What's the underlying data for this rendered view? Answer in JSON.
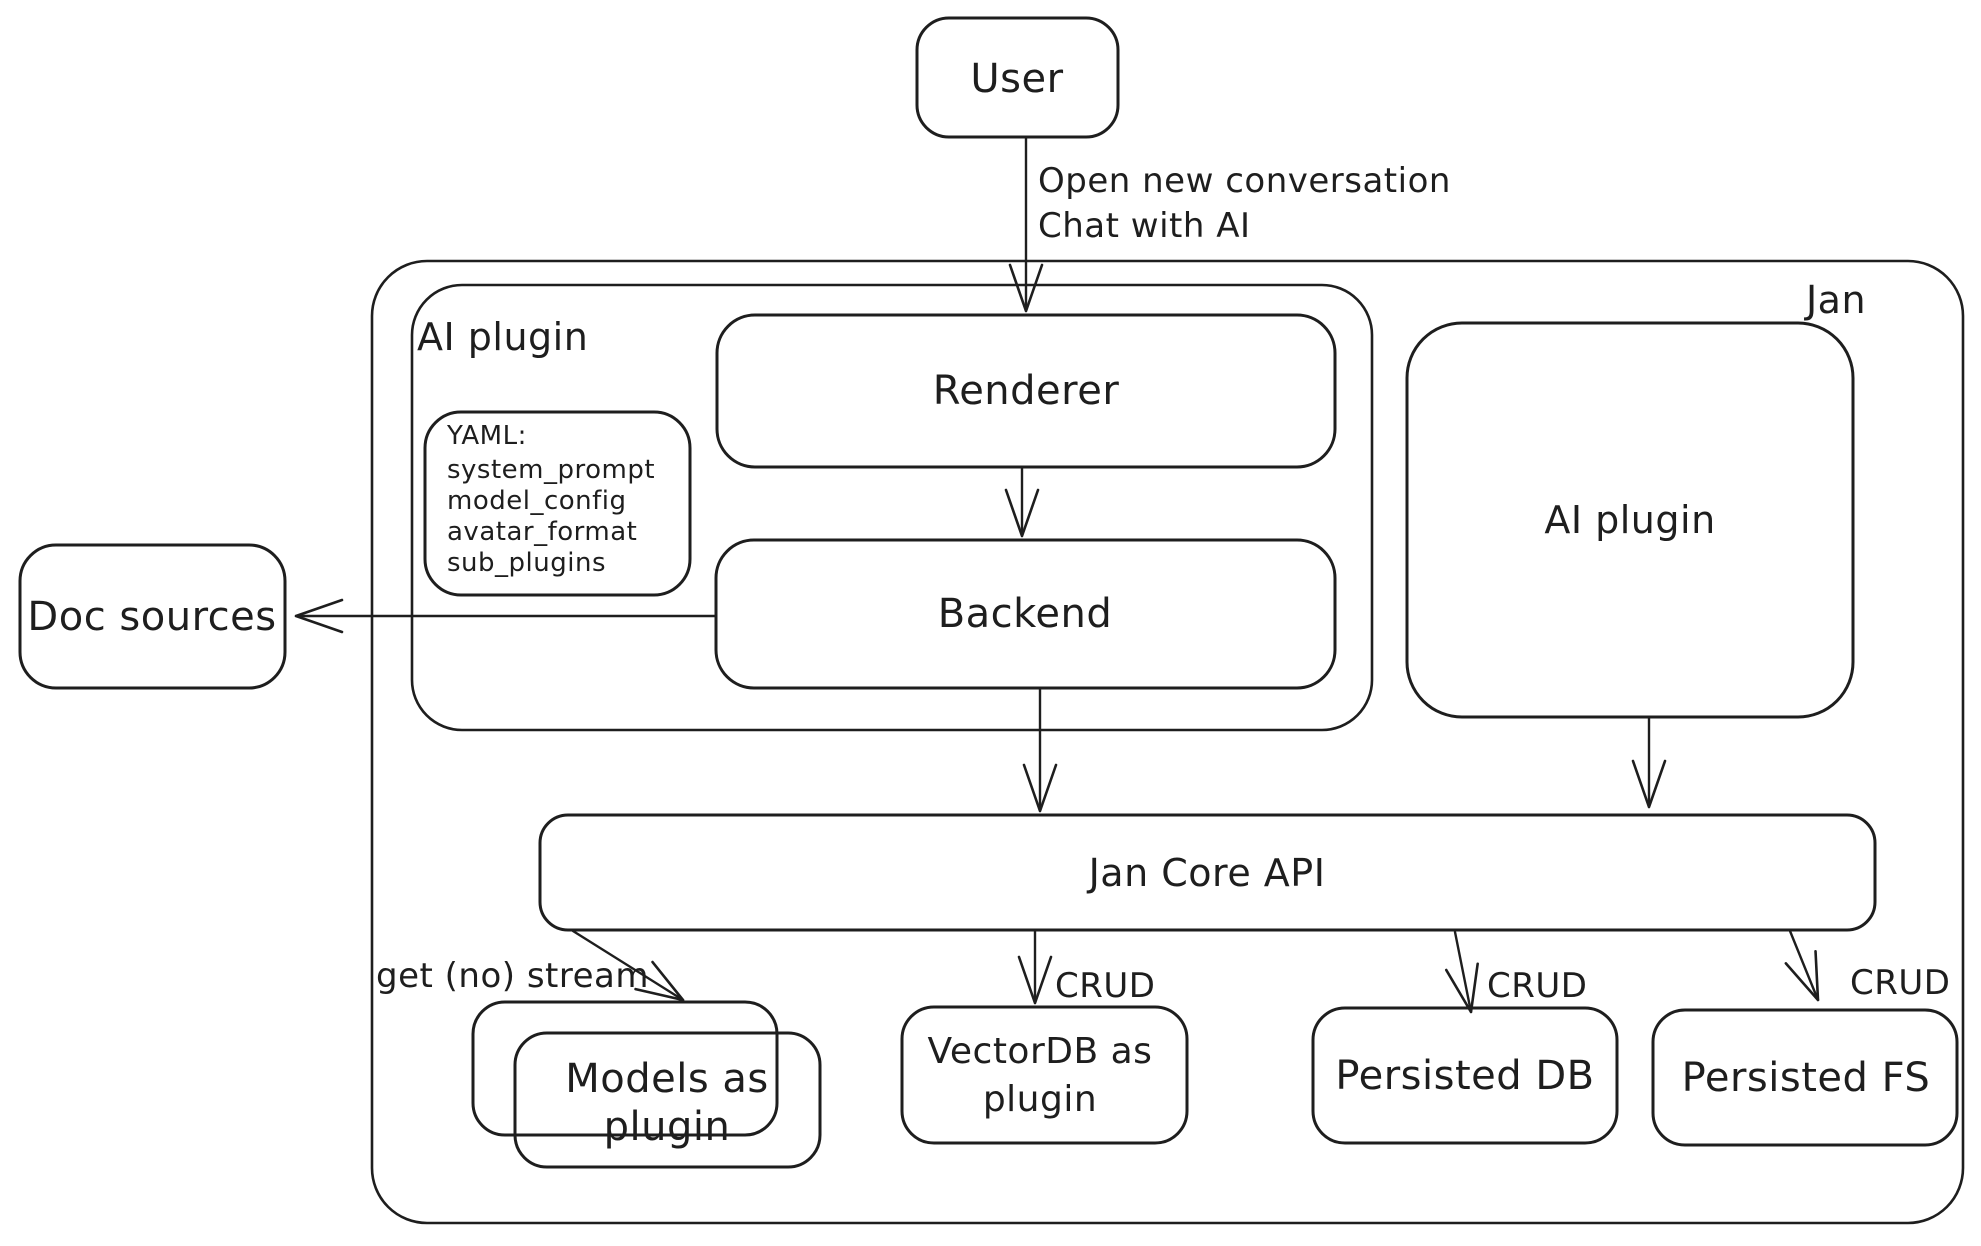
{
  "canvas": {
    "background": "#ffffff",
    "stroke": "#1e1e1e"
  },
  "nodes": {
    "user": {
      "label": "User"
    },
    "jan": {
      "label": "Jan"
    },
    "ai_plugin_group": {
      "label": "AI plugin"
    },
    "yaml_note": {
      "lines": [
        "YAML:",
        "system_prompt",
        "model_config",
        "avatar_format",
        "sub_plugins"
      ]
    },
    "renderer": {
      "label": "Renderer"
    },
    "backend": {
      "label": "Backend"
    },
    "ai_plugin": {
      "label": "AI plugin"
    },
    "doc_sources": {
      "label": "Doc sources"
    },
    "jan_core_api": {
      "label": "Jan Core API"
    },
    "models_as_plugin": {
      "lines": [
        "Models as",
        "plugin"
      ]
    },
    "vectordb_as_plugin": {
      "lines": [
        "VectorDB as",
        "plugin"
      ]
    },
    "persisted_db": {
      "label": "Persisted DB"
    },
    "persisted_fs": {
      "label": "Persisted FS"
    }
  },
  "edges": {
    "user_to_renderer": {
      "lines": [
        "Open new conversation",
        "Chat with AI"
      ]
    },
    "api_to_models": {
      "label": "get (no) stream"
    },
    "api_to_vectordb": {
      "label": "CRUD"
    },
    "api_to_persisted_db": {
      "label": "CRUD"
    },
    "api_to_persisted_fs": {
      "label": "CRUD"
    }
  }
}
